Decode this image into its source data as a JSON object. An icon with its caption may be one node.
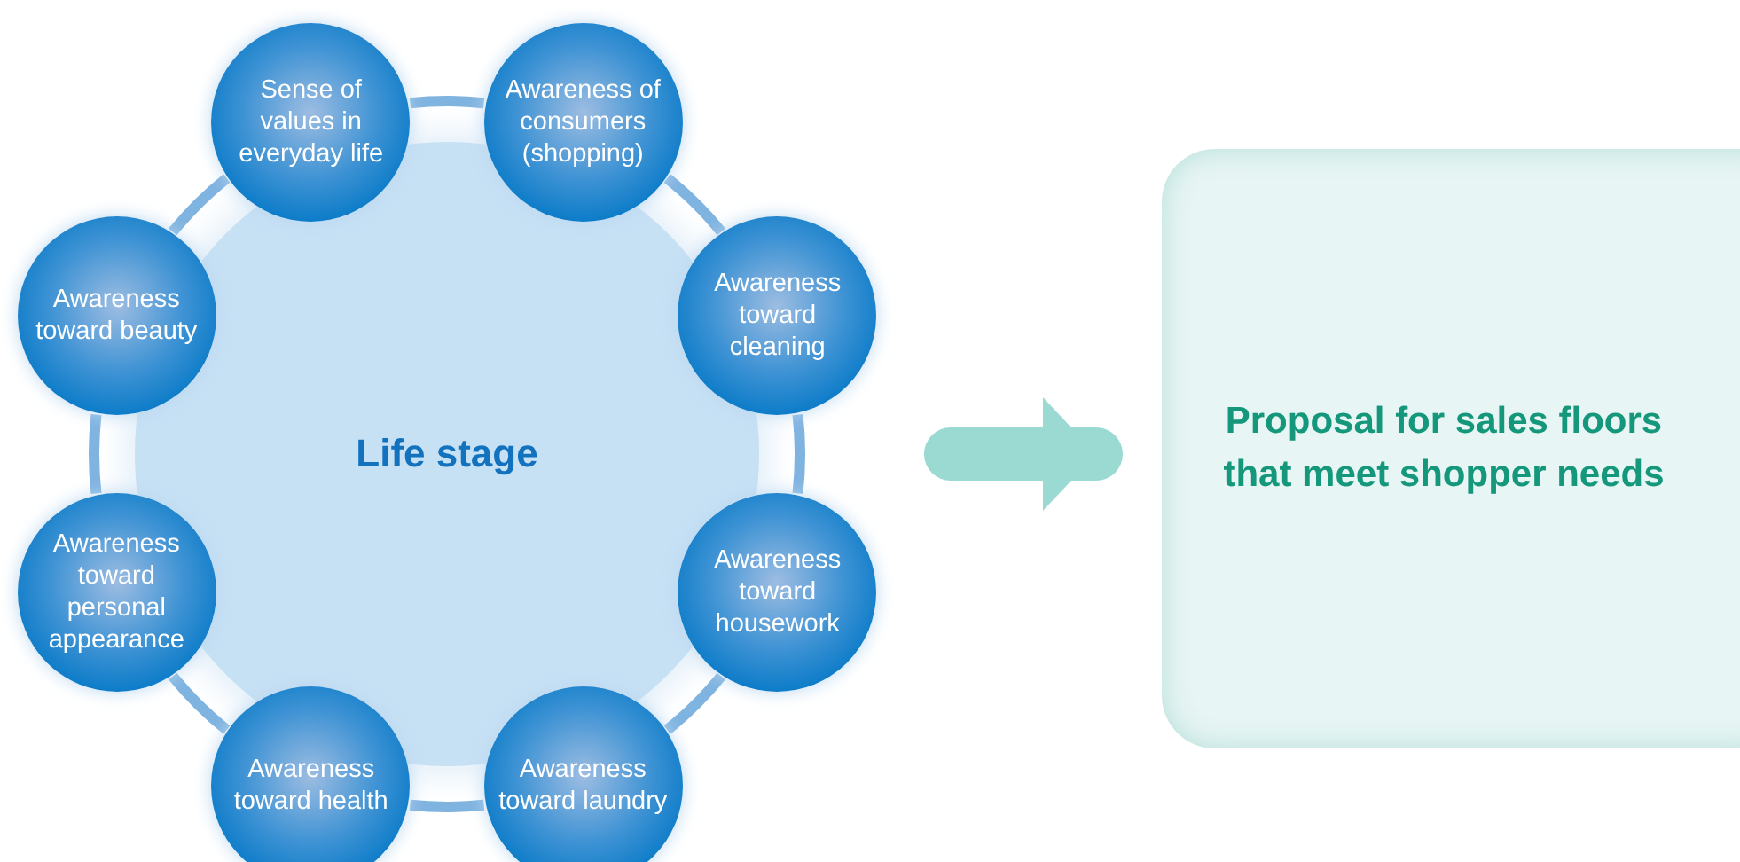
{
  "diagram": {
    "nodes": [
      {
        "text": [
          "Life stage"
        ]
      },
      {
        "text": [
          "Sense of values in everyday life"
        ]
      },
      {
        "text": [
          "Awareness of consumers (shopping)"
        ]
      },
      {
        "text": [
          "Awareness toward cleaning"
        ]
      },
      {
        "text": [
          "Awareness toward housework"
        ]
      },
      {
        "text": [
          "Awareness toward laundry"
        ]
      },
      {
        "text": [
          "Awareness toward health"
        ]
      },
      {
        "text": [
          "Awareness toward personal appearance"
        ]
      },
      {
        "text": [
          "Awareness toward beauty"
        ]
      },
      {
        "text": [
          "Proposal for sales floors that meet shopper needs"
        ]
      }
    ],
    "edges": [
      {
        "from": 1,
        "to": 2,
        "arrow": "none"
      },
      {
        "from": 2,
        "to": 3,
        "arrow": "none"
      },
      {
        "from": 3,
        "to": 4,
        "arrow": "none"
      },
      {
        "from": 4,
        "to": 5,
        "arrow": "none"
      },
      {
        "from": 5,
        "to": 6,
        "arrow": "none"
      },
      {
        "from": 6,
        "to": 7,
        "arrow": "none"
      },
      {
        "from": 7,
        "to": 8,
        "arrow": "none"
      },
      {
        "from": 8,
        "to": 1,
        "arrow": "none"
      },
      {
        "from": null,
        "to": 9,
        "arrow": "to",
        "style": "thick",
        "color": "#9adad2"
      }
    ]
  }
}
